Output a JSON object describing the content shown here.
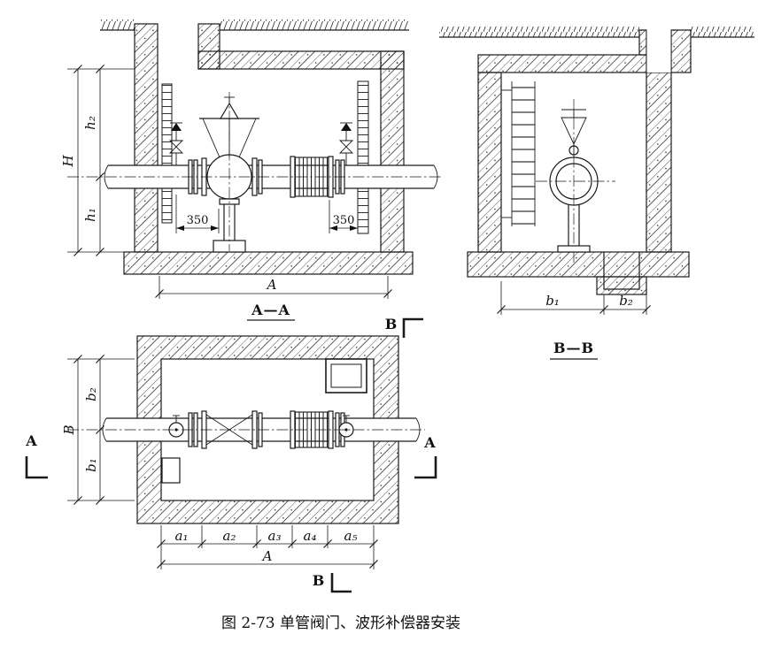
{
  "caption": "图 2-73  单管阀门、波形补偿器安装",
  "aa": {
    "label": "A—A",
    "H": "H",
    "h2": "h₂",
    "h1": "h₁",
    "d350L": "350",
    "d350R": "350",
    "A": "A"
  },
  "bb": {
    "label": "B—B",
    "b1": "b₁",
    "b2": "b₂"
  },
  "plan": {
    "B": "B",
    "b2": "b₂",
    "b1": "b₁",
    "a1": "a₁",
    "a2": "a₂",
    "a3": "a₃",
    "a4": "a₄",
    "a5": "a₅",
    "A": "A",
    "mAL": "A",
    "mAR": "A",
    "mBT": "B",
    "mBB": "B"
  }
}
